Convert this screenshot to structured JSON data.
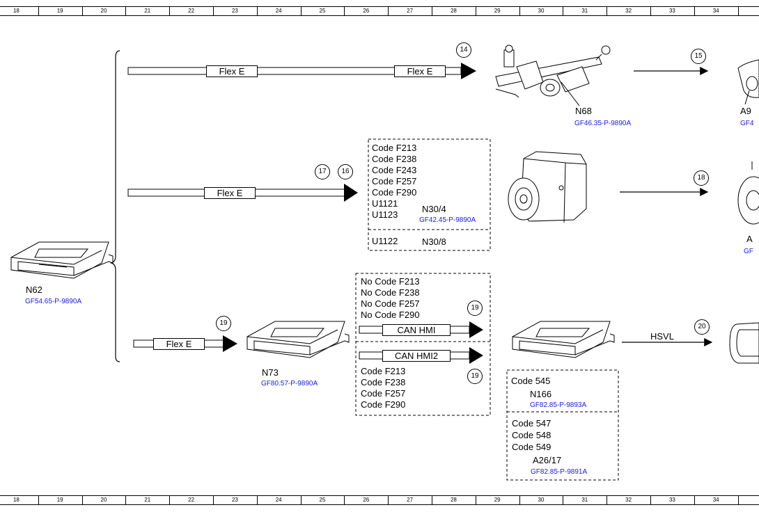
{
  "ruler": {
    "numbers": [
      "18",
      "19",
      "20",
      "21",
      "22",
      "23",
      "24",
      "25",
      "26",
      "27",
      "28",
      "29",
      "30",
      "31",
      "32",
      "33",
      "34"
    ]
  },
  "components": {
    "n62": {
      "name": "N62",
      "ref": "GF54.65-P-9890A"
    },
    "n68": {
      "name": "N68",
      "ref": "GF46.35-P-9890A"
    },
    "a9": {
      "name": "A9",
      "ref": "GF4"
    },
    "n30_4": {
      "name": "N30/4",
      "ref": "GF42.45-P-9890A"
    },
    "n30_8": {
      "name": "N30/8"
    },
    "a_partial": {
      "name": "A",
      "ref": "GF"
    },
    "n73": {
      "name": "N73",
      "ref": "GF80.57-P-9890A"
    },
    "n166": {
      "name": "N166",
      "ref": "GF82.85-P-9893A"
    },
    "a26_17": {
      "name": "A26/17",
      "ref": "GF82.85-P-9891A"
    }
  },
  "buses": {
    "flex_e_1": "Flex E",
    "flex_e_2": "Flex E",
    "flex_e_3": "Flex E",
    "flex_e_4": "Flex E",
    "can_hmi": "CAN HMI",
    "can_hmi2": "CAN HMI2",
    "hsvl": "HSVL"
  },
  "callouts": {
    "c14": "14",
    "c15": "15",
    "c16": "16",
    "c17": "17",
    "c18": "18",
    "c19a": "19",
    "c19b": "19",
    "c19c": "19",
    "c20": "20"
  },
  "code_boxes": {
    "n30_codes": [
      "Code F213",
      "Code F238",
      "Code F243",
      "Code F257",
      "Code F290",
      "U1121",
      "U1123"
    ],
    "n30_8_code": "U1122",
    "no_codes": [
      "No Code F213",
      "No Code F238",
      "No Code F257",
      "No Code F290"
    ],
    "yes_codes": [
      "Code F213",
      "Code F238",
      "Code F257",
      "Code F290"
    ],
    "n166_code": "Code 545",
    "a26_codes": [
      "Code 547",
      "Code 548",
      "Code 549"
    ]
  }
}
